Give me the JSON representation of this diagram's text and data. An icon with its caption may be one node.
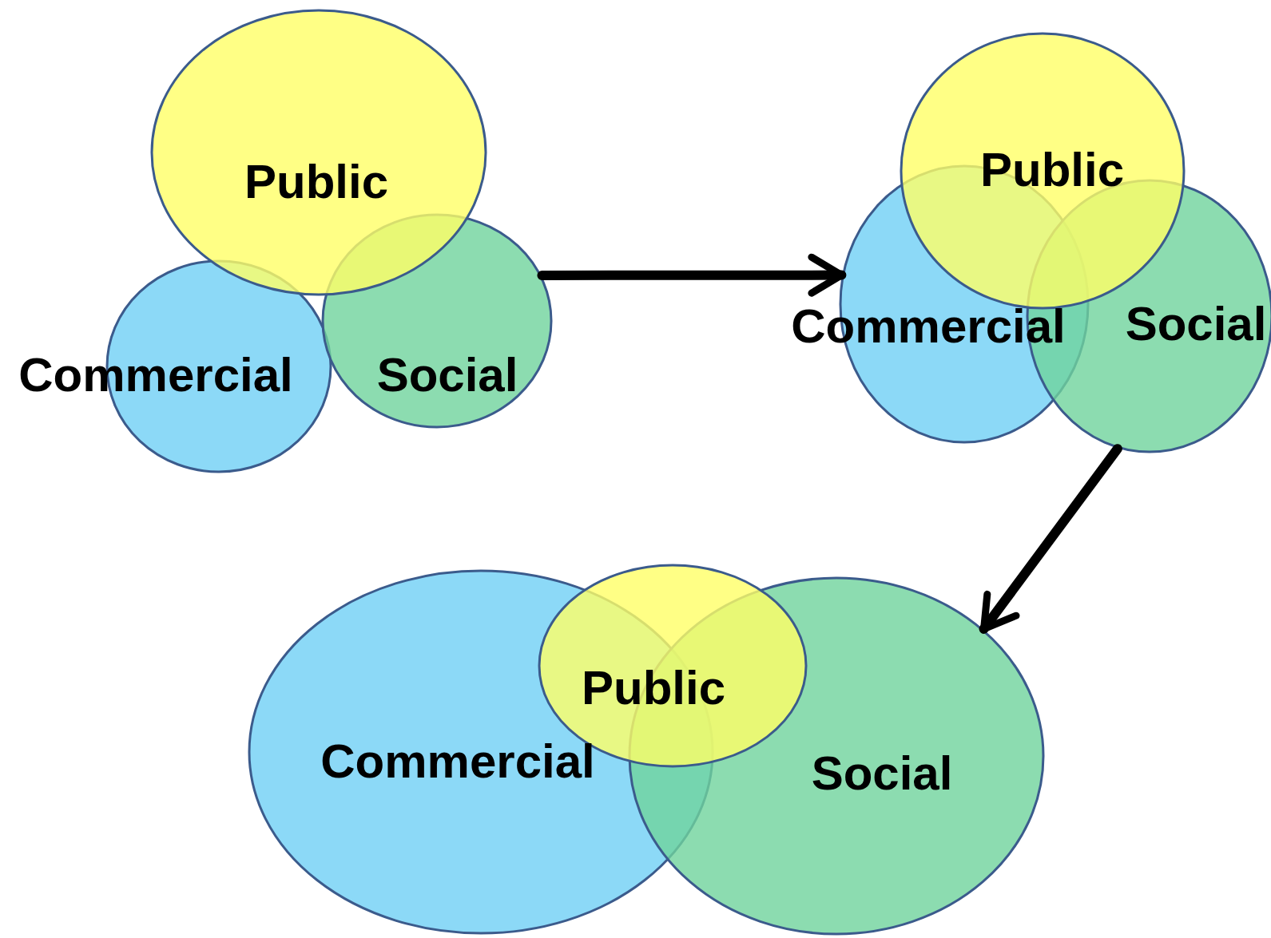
{
  "diagram": {
    "nodes": [
      {
        "text": [
          "Public"
        ]
      },
      {
        "text": [
          "Commercial"
        ]
      },
      {
        "text": [
          "Social"
        ]
      },
      {
        "text": [
          "Public"
        ]
      },
      {
        "text": [
          "Commercial"
        ]
      },
      {
        "text": [
          "Social"
        ]
      },
      {
        "text": [
          "Public"
        ]
      },
      {
        "text": [
          "Commercial"
        ]
      },
      {
        "text": [
          "Social"
        ]
      }
    ],
    "edges": [
      {
        "from": 2,
        "to": 4,
        "arrow": "to"
      },
      {
        "from": 5,
        "to": 8,
        "arrow": "to"
      }
    ]
  }
}
